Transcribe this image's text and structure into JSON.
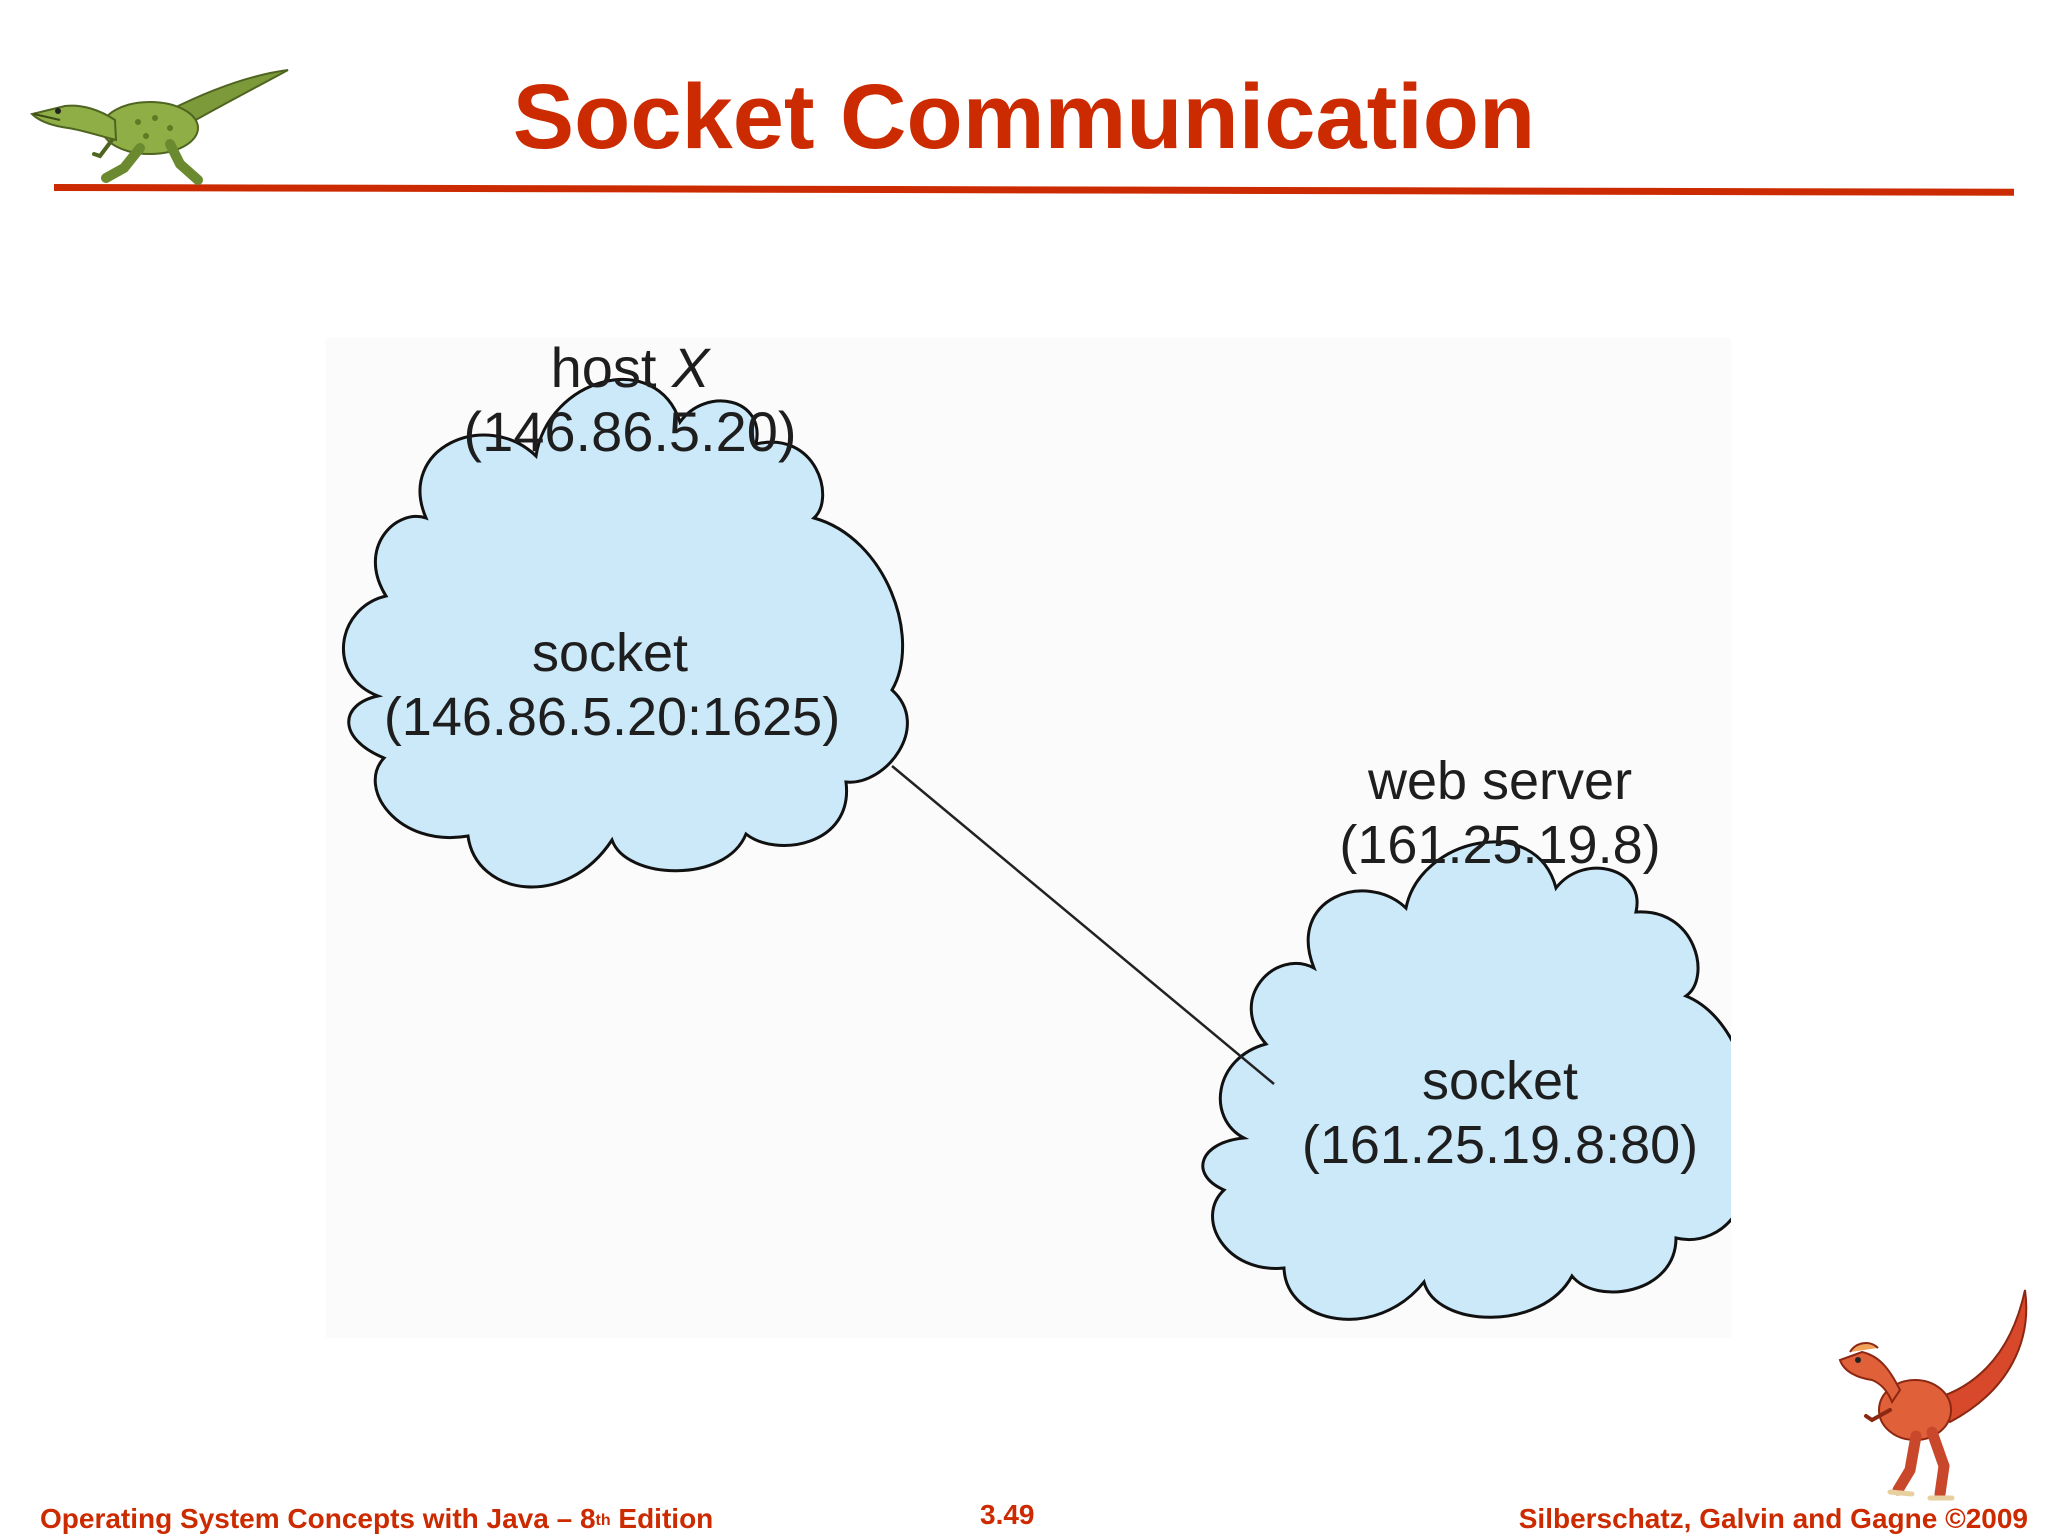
{
  "slide": {
    "title": "Socket Communication",
    "footer": {
      "book_prefix": "Operating System Concepts with Java – 8",
      "book_sup": "th",
      "book_suffix": " Edition",
      "page_number": "3.49",
      "authors": "Silberschatz, Galvin and Gagne ©2009"
    }
  },
  "diagram": {
    "host": {
      "name_prefix": "host ",
      "name_italic": "X",
      "address": "(146.86.5.20)",
      "socket_label": "socket",
      "socket_address": "(146.86.5.20:1625)"
    },
    "server": {
      "name": "web server",
      "address": "(161.25.19.8)",
      "socket_label": "socket",
      "socket_address": "(161.25.19.8:80)"
    }
  },
  "colors": {
    "title_red": "#cc2a00",
    "cloud_fill": "#cce9f9",
    "cloud_stroke": "#111111",
    "text": "#1e1e1e"
  }
}
